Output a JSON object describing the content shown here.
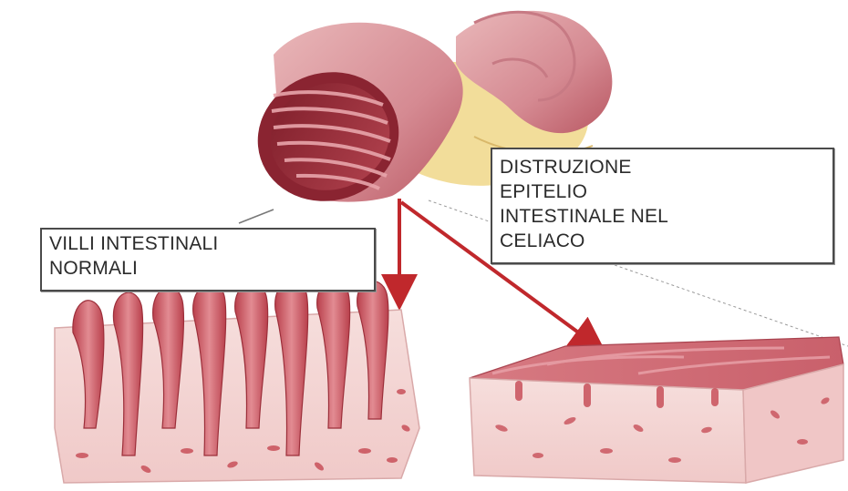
{
  "labels": {
    "normal_villi": [
      "VILLI INTESTINALI",
      "NORMALI"
    ],
    "celiac_epithelium": [
      "DISTRUZIONE",
      "EPITELIO",
      "INTESTINALE NEL",
      "CELIACO"
    ]
  },
  "colors": {
    "arrow": "#c0282c",
    "tissue_base": "#f2d6d4",
    "villus": "#c8505a",
    "mucosa_dark": "#9c2f3a",
    "fat": "#f0d68a"
  },
  "icons": {
    "intestine": "small-intestine-illustration",
    "normal_tissue": "normal-villi-tissue-block",
    "celiac_tissue": "flattened-villi-tissue-block"
  }
}
